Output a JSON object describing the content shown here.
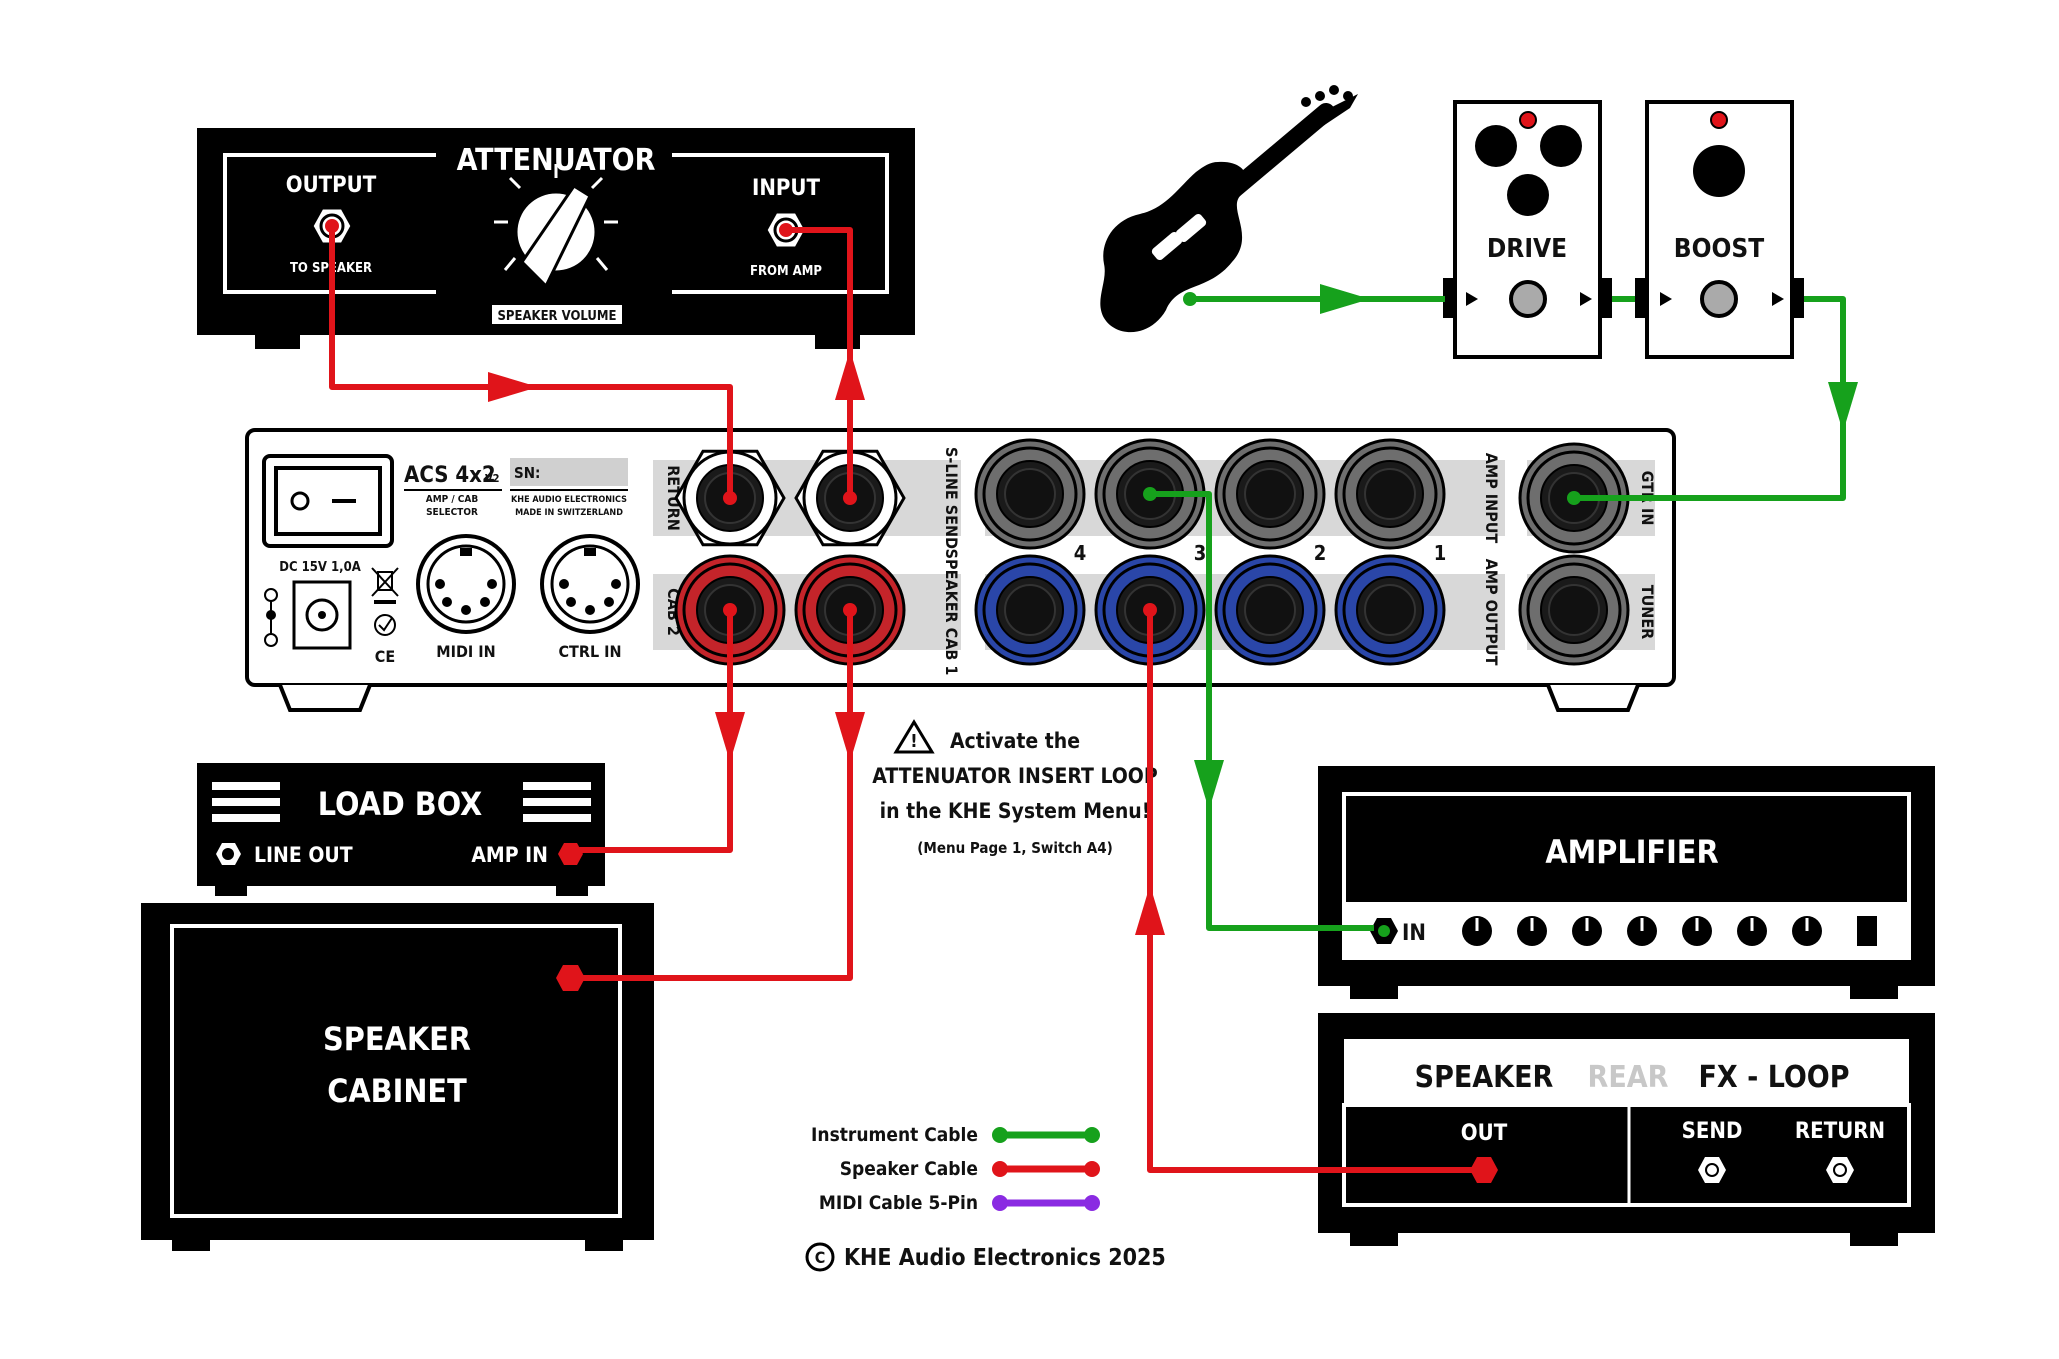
{
  "colors": {
    "instrument": "#16a11c",
    "speaker": "#e0141a",
    "midi": "#8a2be2",
    "blue_jack": "#2a46a8",
    "red_jack": "#c4242a",
    "grey_jack": "#6e6e6e",
    "panel_band": "#d8d8d8"
  },
  "attenuator": {
    "title": "ATTENUATOR",
    "output_label": "OUTPUT",
    "output_sub": "TO SPEAKER",
    "input_label": "INPUT",
    "input_sub": "FROM AMP",
    "knob_label": "SPEAKER VOLUME"
  },
  "pedals": {
    "drive": "DRIVE",
    "boost": "BOOST"
  },
  "acs": {
    "model": "ACS 4x2",
    "model_version": "V2",
    "subtitle_1": "AMP / CAB",
    "subtitle_2": "SELECTOR",
    "sn_label": "SN:",
    "maker_1": "KHE AUDIO ELECTRONICS",
    "maker_2": "MADE IN SWITZERLAND",
    "power": "DC 15V 1,0A",
    "midi_in": "MIDI IN",
    "ctrl_in": "CTRL IN",
    "return": "RETURN",
    "s_line_send": "S-LINE SEND",
    "cab2": "CAB 2",
    "speaker_cab1": "SPEAKER CAB 1",
    "amp_input": "AMP INPUT",
    "amp_output": "AMP OUTPUT",
    "gtr_in": "GTR IN",
    "tuner": "TUNER",
    "num_4": "4",
    "num_3": "3",
    "num_2": "2",
    "num_1": "1"
  },
  "note": {
    "line1": "Activate the",
    "line2": "ATTENUATOR INSERT LOOP",
    "line3": "in the KHE System Menu!",
    "line4": "(Menu Page 1, Switch A4)"
  },
  "loadbox": {
    "title": "LOAD BOX",
    "line_out": "LINE OUT",
    "amp_in": "AMP IN"
  },
  "cabinet": {
    "line1": "SPEAKER",
    "line2": "CABINET"
  },
  "amplifier": {
    "title": "AMPLIFIER",
    "in": "IN"
  },
  "rear": {
    "speaker": "SPEAKER",
    "rear": "REAR",
    "fxloop": "FX - LOOP",
    "out": "OUT",
    "send": "SEND",
    "return": "RETURN"
  },
  "legend": [
    {
      "label": "Instrument Cable",
      "color_key": "instrument"
    },
    {
      "label": "Speaker Cable",
      "color_key": "speaker"
    },
    {
      "label": "MIDI Cable 5-Pin",
      "color_key": "midi"
    }
  ],
  "copyright": "KHE Audio Electronics 2025"
}
